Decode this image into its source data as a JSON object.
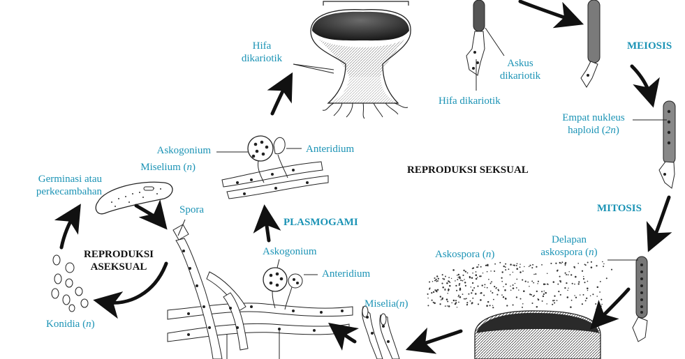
{
  "labels": {
    "hifa_dikariotik_top": [
      "Hifa",
      "dikariotik"
    ],
    "askus_dikariotik": [
      "Askus",
      "dikariotik"
    ],
    "hifa_dikariotik_right": "Hifa dikariotik",
    "empat_nukleus": [
      "Empat nukleus",
      "haploid (",
      "2n",
      ")"
    ],
    "delapan_askospora": [
      "Delapan",
      "askospora (",
      "n",
      ")"
    ],
    "askospora": [
      "Askospora (",
      "n",
      ")"
    ],
    "miselia": [
      "Miselia(",
      "n",
      ")"
    ],
    "askogonium_top": "Askogonium",
    "anteridium_top": "Anteridium",
    "miselium": [
      "Miselium (",
      "n",
      ")"
    ],
    "askogonium_bottom": "Askogonium",
    "anteridium_bottom": "Anteridium",
    "germinasi": [
      "Germinasi atau",
      "perkecambahan"
    ],
    "spora": "Spora",
    "konidia": [
      "Konidia (",
      "n",
      ")"
    ]
  },
  "stages": {
    "meiosis": "MEIOSIS",
    "mitosis": "MITOSIS",
    "plasmogami": "PLASMOGAMI"
  },
  "titles": {
    "seksual": "REPRODUKSI SEKSUAL",
    "aseksual": [
      "REPRODUKSI",
      "ASEKSUAL"
    ]
  },
  "colors": {
    "label": "#1b93b5",
    "title": "#111111",
    "ink": "#111111"
  }
}
